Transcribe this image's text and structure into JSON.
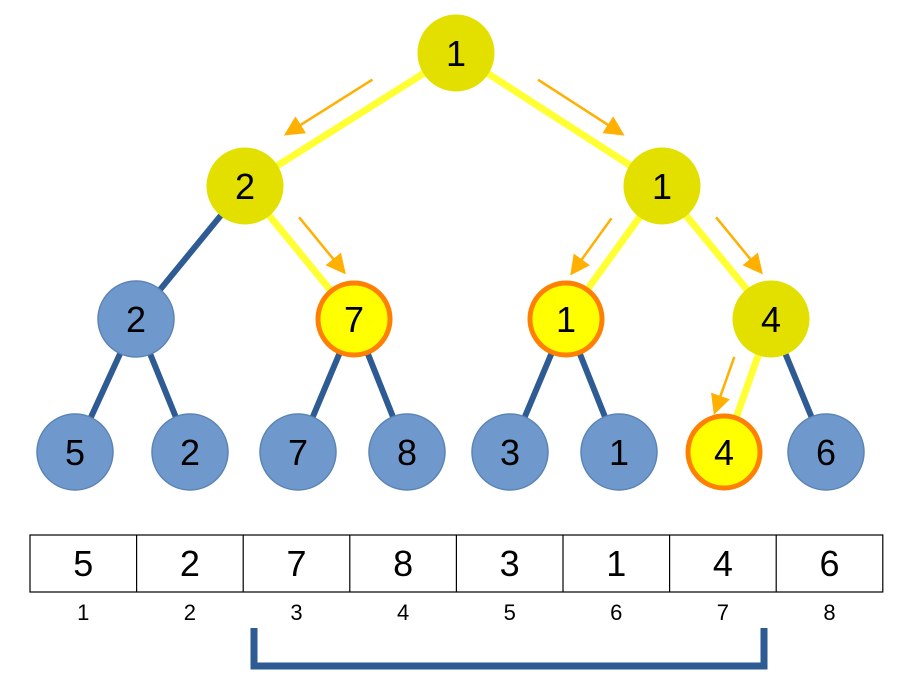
{
  "colors": {
    "path_node": "#e3e000",
    "highlight_node": "#ffff00",
    "highlight_border": "#ff7f00",
    "normal_node": "#6f99cc",
    "normal_border": "#5b84b4",
    "normal_edge": "#2e5b93",
    "path_edge": "#ffff33",
    "arrow": "#ffb000",
    "table_border": "#000000",
    "bracket": "#2e5b93"
  },
  "tree": {
    "nodes": [
      {
        "id": "n1",
        "label": "1",
        "state": "path"
      },
      {
        "id": "n2",
        "label": "2",
        "state": "path"
      },
      {
        "id": "n3",
        "label": "1",
        "state": "path"
      },
      {
        "id": "n4",
        "label": "2",
        "state": "normal"
      },
      {
        "id": "n5",
        "label": "7",
        "state": "highlight"
      },
      {
        "id": "n6",
        "label": "1",
        "state": "highlight"
      },
      {
        "id": "n7",
        "label": "4",
        "state": "path"
      },
      {
        "id": "n8",
        "label": "5",
        "state": "normal"
      },
      {
        "id": "n9",
        "label": "2",
        "state": "normal"
      },
      {
        "id": "n10",
        "label": "7",
        "state": "normal"
      },
      {
        "id": "n11",
        "label": "8",
        "state": "normal"
      },
      {
        "id": "n12",
        "label": "3",
        "state": "normal"
      },
      {
        "id": "n13",
        "label": "1",
        "state": "normal"
      },
      {
        "id": "n14",
        "label": "4",
        "state": "highlight"
      },
      {
        "id": "n15",
        "label": "6",
        "state": "normal"
      }
    ],
    "edges": [
      {
        "from": "n1",
        "to": "n2",
        "state": "path"
      },
      {
        "from": "n1",
        "to": "n3",
        "state": "path"
      },
      {
        "from": "n2",
        "to": "n4",
        "state": "normal"
      },
      {
        "from": "n2",
        "to": "n5",
        "state": "path"
      },
      {
        "from": "n3",
        "to": "n6",
        "state": "path"
      },
      {
        "from": "n3",
        "to": "n7",
        "state": "path"
      },
      {
        "from": "n4",
        "to": "n8",
        "state": "normal"
      },
      {
        "from": "n4",
        "to": "n9",
        "state": "normal"
      },
      {
        "from": "n5",
        "to": "n10",
        "state": "normal"
      },
      {
        "from": "n5",
        "to": "n11",
        "state": "normal"
      },
      {
        "from": "n6",
        "to": "n12",
        "state": "normal"
      },
      {
        "from": "n6",
        "to": "n13",
        "state": "normal"
      },
      {
        "from": "n7",
        "to": "n14",
        "state": "path"
      },
      {
        "from": "n7",
        "to": "n15",
        "state": "normal"
      }
    ],
    "arrows": [
      {
        "from": "n1",
        "to": "n2"
      },
      {
        "from": "n1",
        "to": "n3"
      },
      {
        "from": "n2",
        "to": "n5"
      },
      {
        "from": "n3",
        "to": "n6"
      },
      {
        "from": "n3",
        "to": "n7"
      },
      {
        "from": "n7",
        "to": "n14"
      }
    ]
  },
  "array": {
    "values": [
      "5",
      "2",
      "7",
      "8",
      "3",
      "1",
      "4",
      "6"
    ],
    "indices": [
      "1",
      "2",
      "3",
      "4",
      "5",
      "6",
      "7",
      "8"
    ],
    "bracket_range": [
      3,
      7
    ]
  }
}
